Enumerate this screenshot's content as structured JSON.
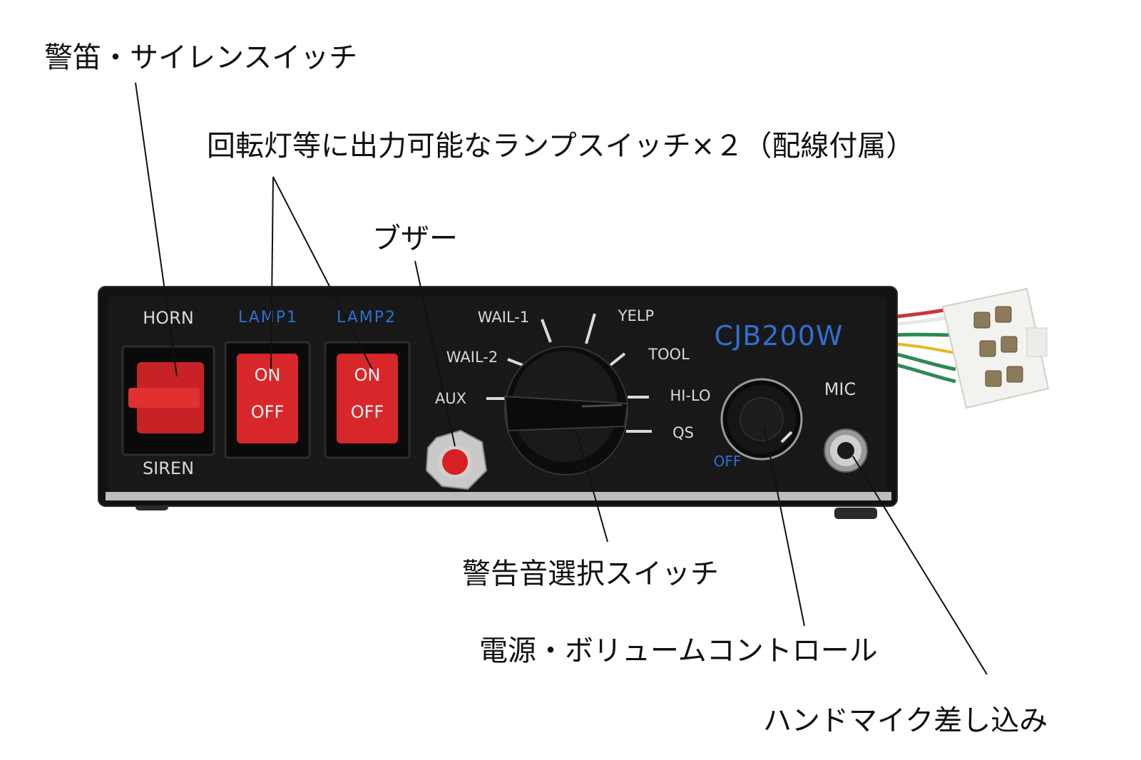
{
  "callouts": {
    "horn_siren_switch": "警笛・サイレンスイッチ",
    "lamp_switches": "回転灯等に出力可能なランプスイッチ×２（配線付属）",
    "buzzer": "ブザー",
    "tone_selector": "警告音選択スイッチ",
    "power_volume": "電源・ボリュームコントロール",
    "mic_jack": "ハンドマイク差し込み"
  },
  "panel": {
    "model": "CJB200W",
    "horn_label": "HORN",
    "siren_label": "SIREN",
    "lamp1_label": "LAMP1",
    "lamp2_label": "LAMP2",
    "on_label": "ON",
    "off_label": "OFF",
    "selector_positions": {
      "wail1": "WAIL-1",
      "yelp": "YELP",
      "wail2": "WAIL-2",
      "tool": "TOOL",
      "aux": "AUX",
      "hilo": "HI-LO",
      "qs": "QS"
    },
    "volume_off_label": "OFF",
    "mic_label": "MIC"
  },
  "colors": {
    "panel": "#141414",
    "switch_red": "#d8272b",
    "lamp_label_blue": "#2f6fd1",
    "model_blue": "#2f6fd1",
    "panel_text": "#d9d9d9"
  }
}
